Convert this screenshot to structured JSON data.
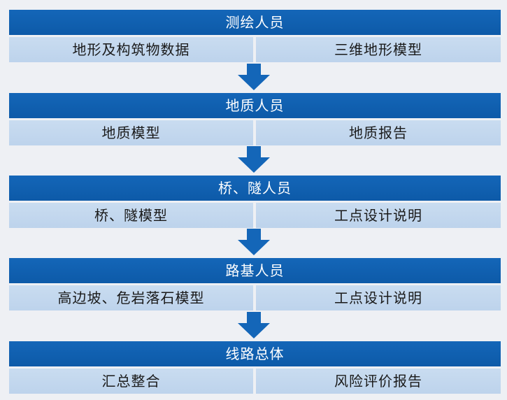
{
  "stages": [
    {
      "title": "测绘人员",
      "left": "地形及构筑物数据",
      "right": "三维地形模型"
    },
    {
      "title": "地质人员",
      "left": "地质模型",
      "right": "地质报告"
    },
    {
      "title": "桥、隧人员",
      "left": "桥、隧模型",
      "right": "工点设计说明"
    },
    {
      "title": "路基人员",
      "left": "高边坡、危岩落石模型",
      "right": "工点设计说明"
    },
    {
      "title": "线路总体",
      "left": "汇总整合",
      "right": "风险评价报告"
    }
  ],
  "colors": {
    "header": "#0d5aa8",
    "cell": "#c4d8ee",
    "arrow": "#1466b8",
    "background": "#eef0f4"
  }
}
